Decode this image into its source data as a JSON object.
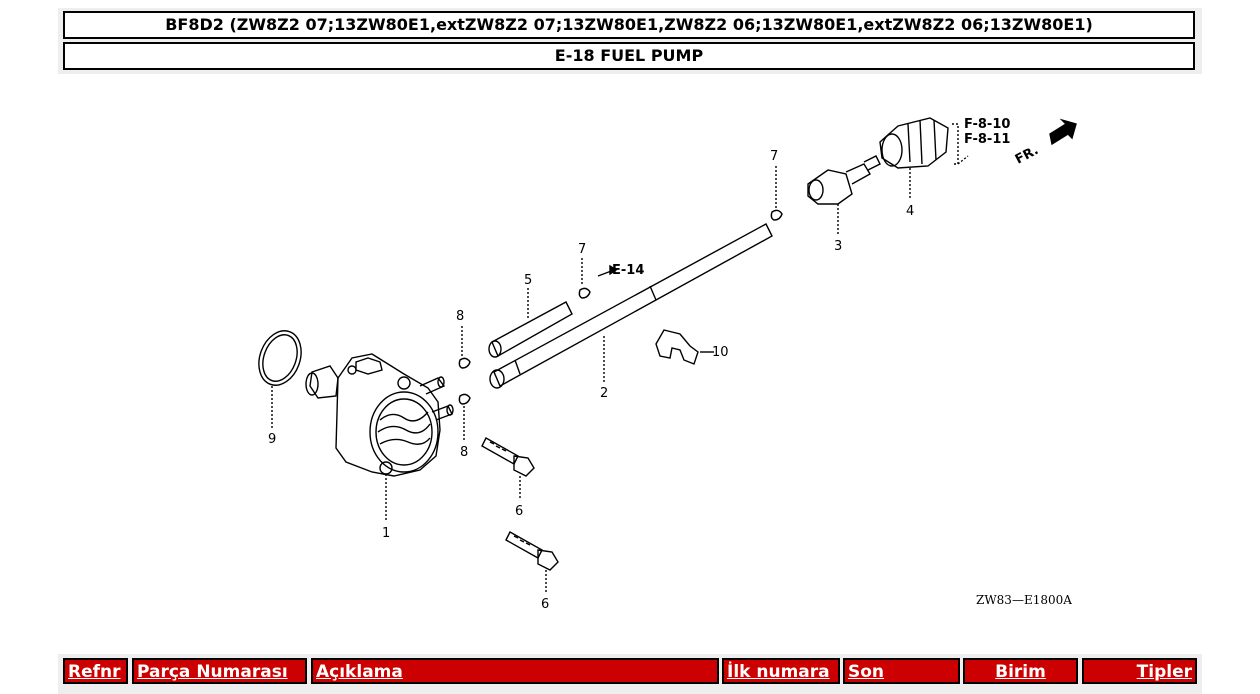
{
  "header": {
    "model_line": "BF8D2 (ZW8Z2 07;13ZW80E1,extZW8Z2 07;13ZW80E1,ZW8Z2 06;13ZW80E1,extZW8Z2 06;13ZW80E1)",
    "section_title": "E-18 FUEL PUMP"
  },
  "diagram": {
    "part_numbers": {
      "p1": "1",
      "p2": "2",
      "p3": "3",
      "p4": "4",
      "p5": "5",
      "p6a": "6",
      "p6b": "6",
      "p7a": "7",
      "p7b": "7",
      "p8a": "8",
      "p8b": "8",
      "p9": "9",
      "p10": "10"
    },
    "references": {
      "e14": "E-14",
      "f810": "F-8-10",
      "f811": "F-8-11",
      "front": "FR."
    },
    "drawing_code": "ZW83—E1800A"
  },
  "table": {
    "columns": [
      "Refnr",
      "Parça Numarası",
      "Açıklama",
      "İlk numara",
      "Son",
      "Birim",
      "Tipler"
    ]
  }
}
